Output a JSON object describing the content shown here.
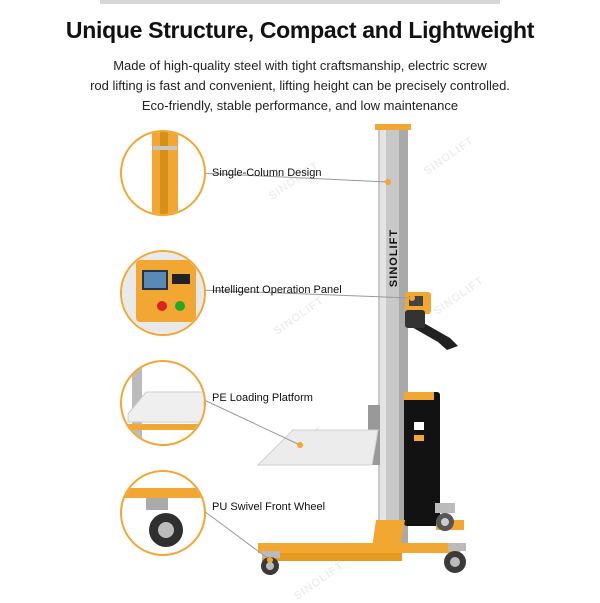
{
  "header": {
    "title": "Unique Structure, Compact and Lightweight",
    "desc_line1": "Made of high-quality steel with tight craftsmanship,  electric screw",
    "desc_line2": "rod lifting is fast and convenient, lifting height can be precisely controlled.",
    "desc_line3": "Eco-friendly, stable performance, and low maintenance"
  },
  "features": [
    {
      "label": "Single-Column Design"
    },
    {
      "label": "Intelligent Operation Panel"
    },
    {
      "label": "PE Loading Platform"
    },
    {
      "label": "PU Swivel Front Wheel"
    }
  ],
  "product": {
    "brand_text": "SINOLIFT",
    "watermark_text": "SINOLIFT"
  },
  "colors": {
    "accent": "#f2a733",
    "mast": "#c9c9c9",
    "body": "#111111",
    "platform": "#eeeeee"
  }
}
